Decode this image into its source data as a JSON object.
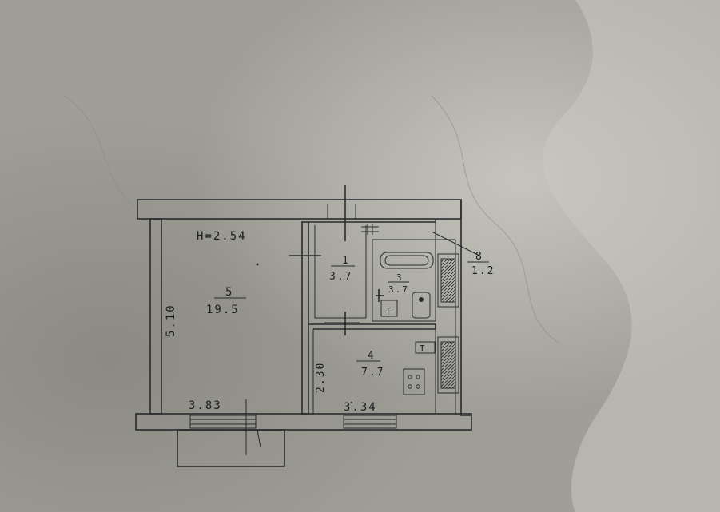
{
  "header_scribble": "",
  "ceiling_height": "H=2.54",
  "rooms": [
    {
      "number": "5",
      "area": "19.5"
    },
    {
      "number": "1",
      "area": "3.7"
    },
    {
      "number": "3",
      "area": "3.7"
    },
    {
      "number": "4",
      "area": "7.7"
    },
    {
      "number": "8",
      "area": "1.2"
    }
  ],
  "dimensions": {
    "room5_height": "5.10",
    "room5_width": "3.83",
    "room4_height": "2.30",
    "room4_width": "3.34"
  },
  "colors": {
    "paper": "#a3a39b",
    "ink": "#2a2a2e"
  }
}
